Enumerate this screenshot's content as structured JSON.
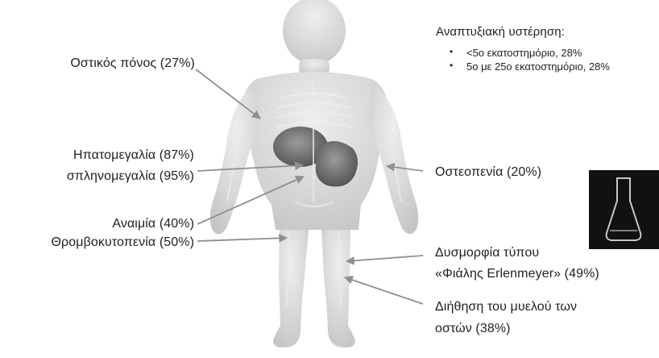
{
  "labels": {
    "bone_pain": "Οστικός πόνος (27%)",
    "hepatomegaly": "Ηπατομεγαλία (87%)",
    "splenomegaly": "σπληνομεγαλία (95%)",
    "anemia": "Αναιμία (40%)",
    "thrombocytopenia": "Θρομβοκυτοπενία (50%)",
    "growth_retardation_title": "Αναπτυξιακή υστέρηση:",
    "growth_items": [
      "<5ο εκατοστημόριο, 28%",
      "5ο με 25ο εκατοστημόριο, 28%"
    ],
    "osteopenia": "Οστεοπενία (20%)",
    "erlenmeyer_line1": "Δυσμορφία τύπου",
    "erlenmeyer_line2": "«Φιάλης Erlenmeyer» (49%)",
    "marrow_line1": "Διήθηση του μυελού των",
    "marrow_line2": "οστών (38%)"
  },
  "colors": {
    "text": "#1f1f1f",
    "arrow": "#8f8f8f",
    "body_fill": "#d6d6d6",
    "organ_fill": "#6f6f6f",
    "photo_bg": "#111111",
    "flask": "#c7c7c7"
  }
}
